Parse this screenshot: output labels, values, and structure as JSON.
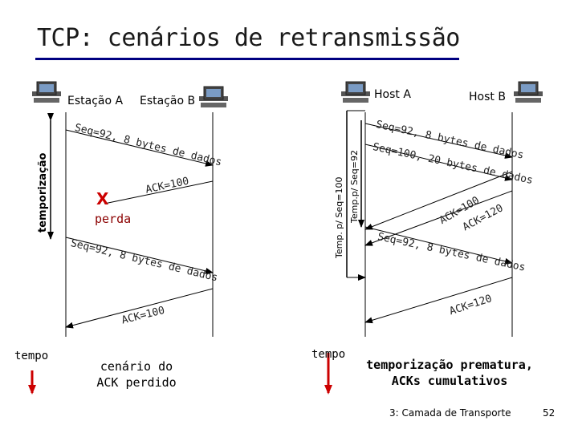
{
  "title": "TCP: cenários de retransmissão",
  "left_scenario": {
    "host_a": "Estação A",
    "host_b": "Estação B",
    "timeout_label": "temporização",
    "messages": {
      "seq_first": "Seq=92, 8 bytes de dados",
      "ack_lost": "ACK=100",
      "seq_retransmit": "Seq=92, 8 bytes de dados",
      "ack_final": "ACK=100"
    },
    "lost_mark": "X",
    "lost_label": "perda",
    "time_label": "tempo",
    "caption_line1": "cenário do",
    "caption_line2": "ACK perdido"
  },
  "right_scenario": {
    "host_a": "Host A",
    "host_b": "Host B",
    "timeout_seq100": "Temp. p/ Seq=100",
    "timeout_seq92": "Temp.p/ Seq=92",
    "messages": {
      "seq_92": "Seq=92, 8 bytes de dados",
      "seq_100": "Seq=100, 20 bytes de dados",
      "ack_100": "ACK=100",
      "ack_120": "ACK=120",
      "seq_92_retransmit": "Seq=92, 8 bytes de dados",
      "ack_120_final": "ACK=120"
    },
    "time_label": "tempo",
    "caption_line1": "temporização prematura,",
    "caption_line2": "ACKs cumulativos"
  },
  "footer": {
    "chapter": "3: Camada de Transporte",
    "page": "52"
  },
  "icons": {
    "host": "computer-icon"
  },
  "colors": {
    "title_rule": "#000080",
    "lost": "#cc0000",
    "timer_arrow": "#cc0000"
  }
}
